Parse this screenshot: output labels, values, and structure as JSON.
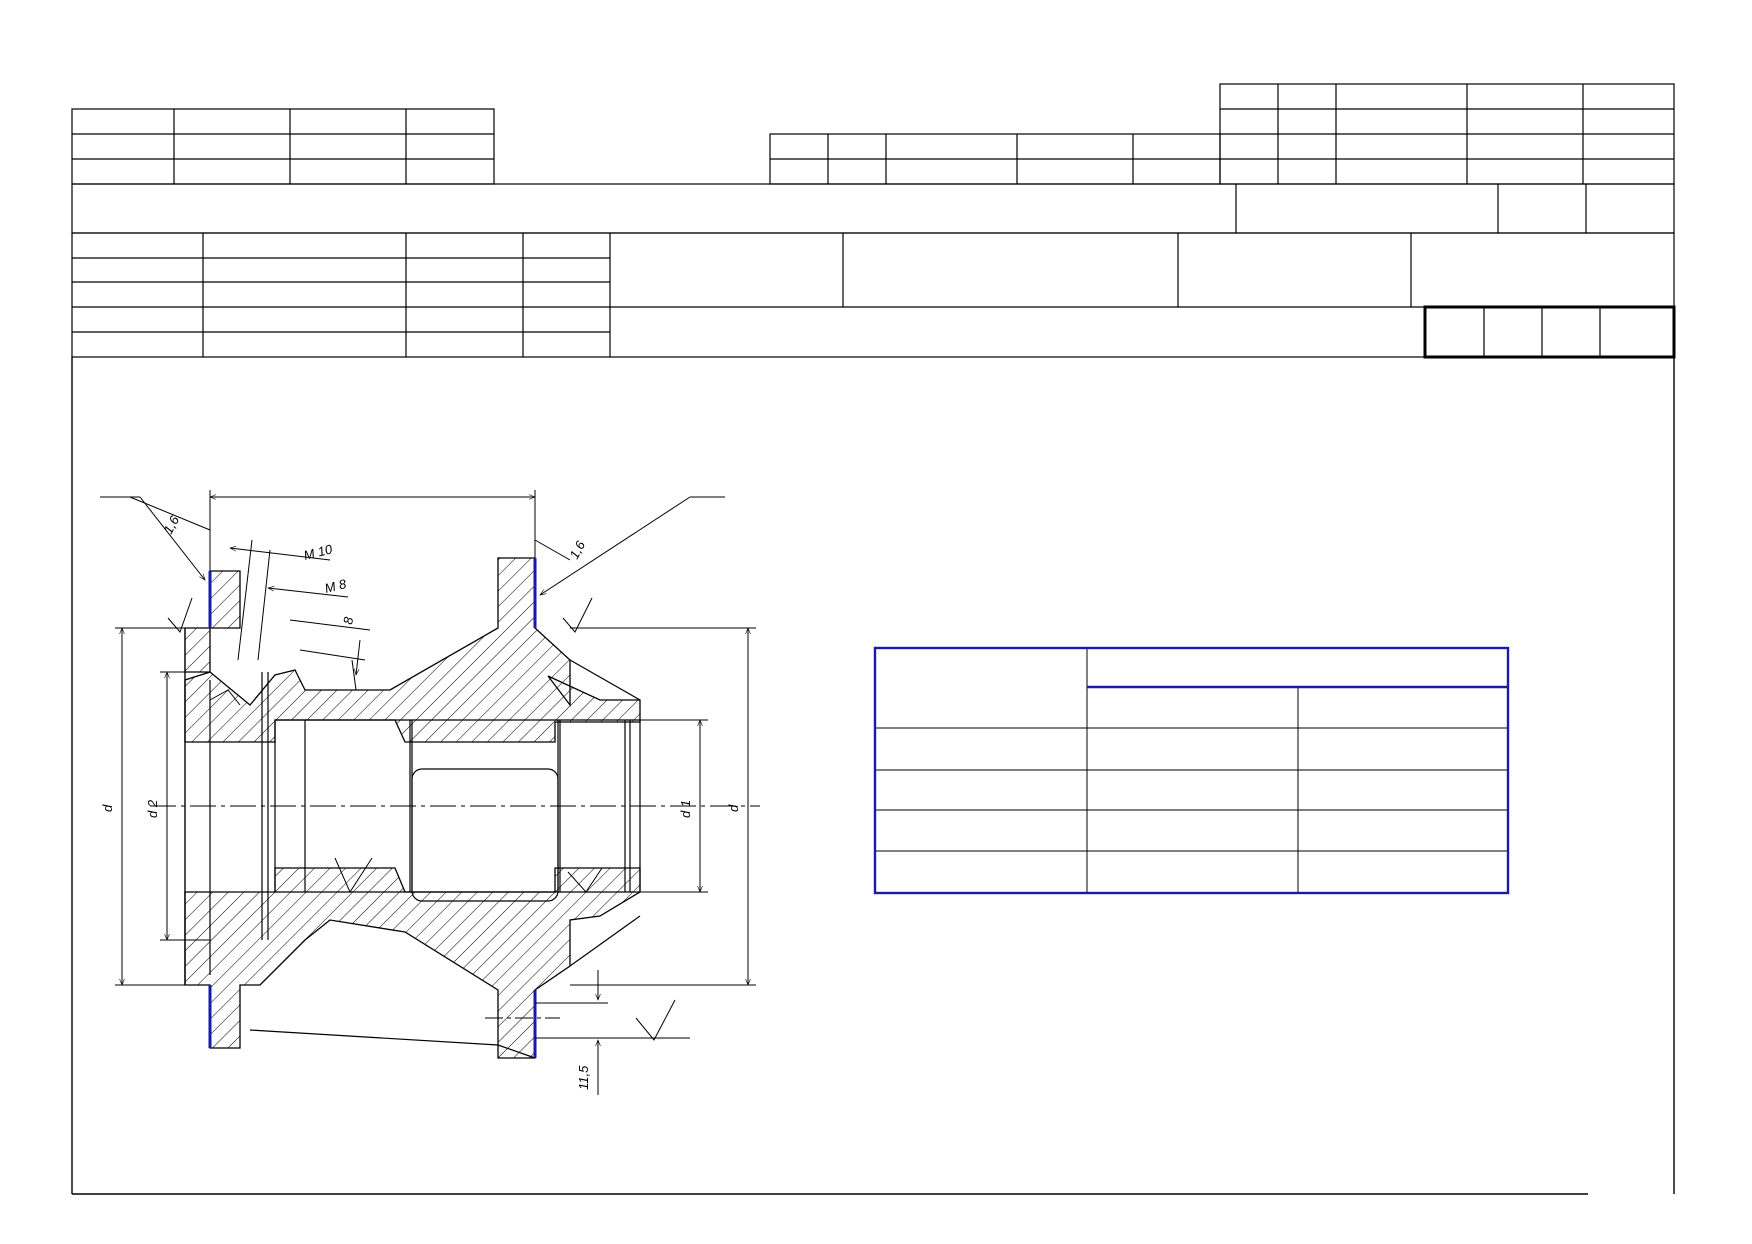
{
  "dimensions": {
    "roughness_left": "1,6",
    "roughness_right": "1,6",
    "thread_m10": "M 10",
    "thread_m8": "M 8",
    "hole_depth": "8",
    "d_outer_left": "d",
    "d2": "d 2",
    "d1": "d 1",
    "d_outer_right": "d",
    "flange_offset": "11,5"
  },
  "colors": {
    "line": "#000000",
    "highlight": "#1a1aa8",
    "table_border": "#1a1aa8"
  },
  "sizes_table": {
    "header_cells": [
      "",
      ""
    ],
    "subheader_cells": [
      "",
      ""
    ],
    "rows": [
      [
        "",
        "",
        ""
      ],
      [
        "",
        "",
        ""
      ],
      [
        "",
        "",
        ""
      ],
      [
        "",
        "",
        ""
      ]
    ]
  }
}
